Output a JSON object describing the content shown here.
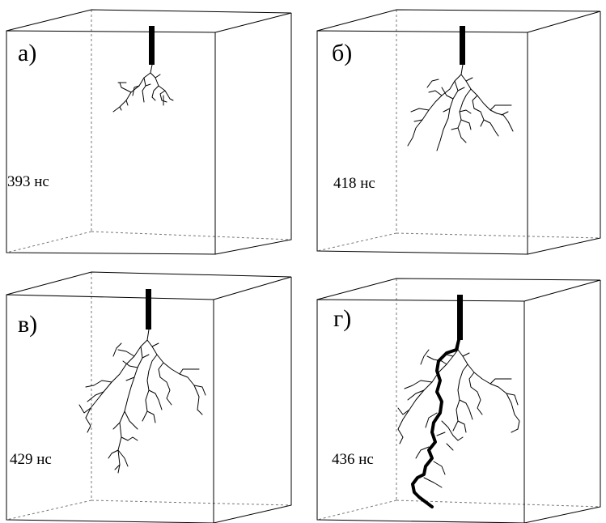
{
  "panels": [
    {
      "label": "а)",
      "time": "393 нс"
    },
    {
      "label": "б)",
      "time": "418 нс"
    },
    {
      "label": "в)",
      "time": "429 нс"
    },
    {
      "label": "г)",
      "time": "436 нс"
    }
  ]
}
